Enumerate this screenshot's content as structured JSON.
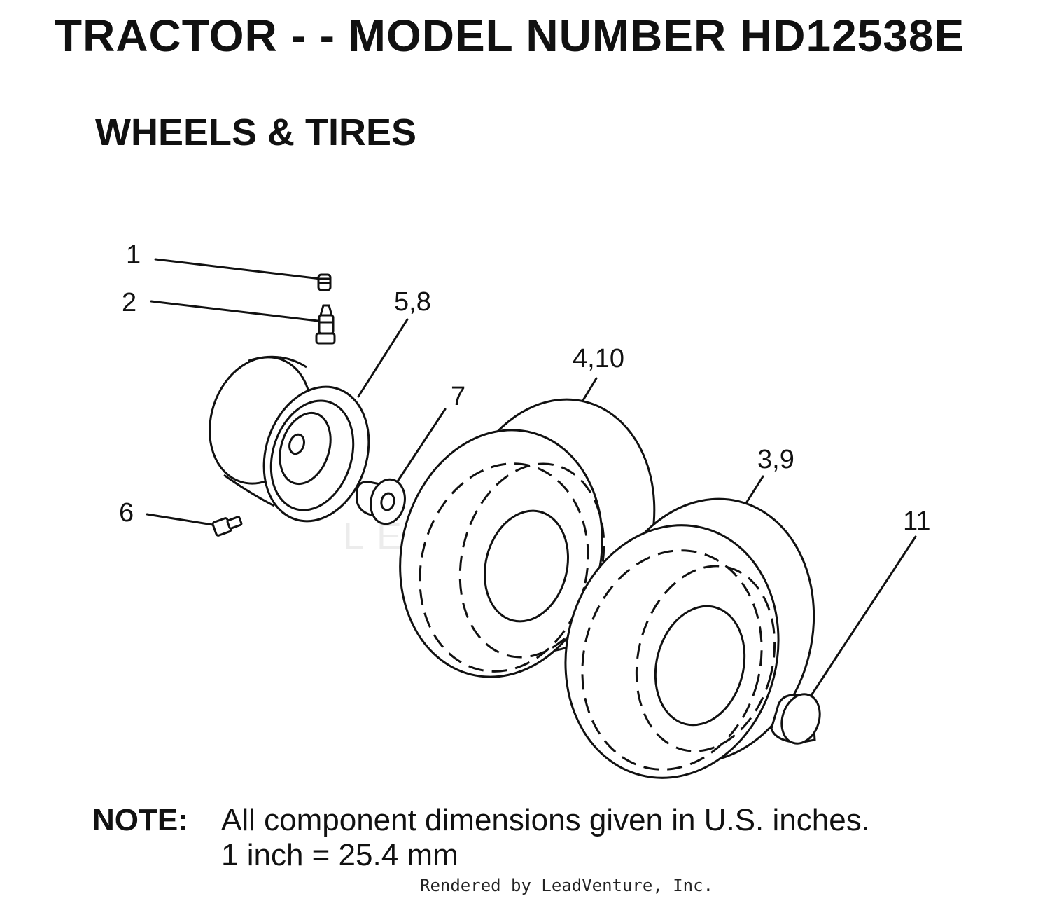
{
  "header": {
    "title": "TRACTOR - - MODEL NUMBER HD12538E",
    "subtitle": "WHEELS & TIRES"
  },
  "callouts": {
    "c1": "1",
    "c2": "2",
    "c58": "5,8",
    "c7": "7",
    "c410": "4,10",
    "c39": "3,9",
    "c11": "11",
    "c6": "6"
  },
  "note": {
    "label": "NOTE:",
    "line1": "All component dimensions given in U.S. inches.",
    "line2": "1 inch = 25.4 mm"
  },
  "watermark": "LEADVENTURE",
  "footer": "Rendered by LeadVenture, Inc."
}
